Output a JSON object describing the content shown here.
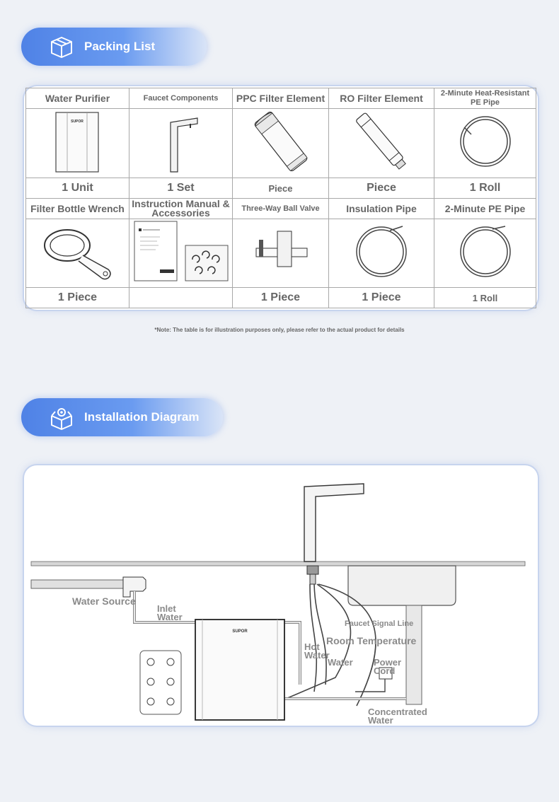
{
  "packing": {
    "title": "Packing List",
    "header1": [
      "Water Purifier",
      "Faucet Components",
      "PPC Filter Element",
      "RO Filter Element",
      "2-Minute Heat-Resistant PE Pipe"
    ],
    "qty1": [
      "1 Unit",
      "1 Set",
      "Piece",
      "Piece",
      "1 Roll"
    ],
    "header2": [
      "Filter Bottle Wrench",
      "Instruction Manual & Accessories",
      "Three-Way Ball Valve",
      "Insulation Pipe",
      "2-Minute PE Pipe"
    ],
    "qty2": [
      "1 Piece",
      "",
      "1 Piece",
      "1 Piece",
      "1 Roll"
    ],
    "brand": "SUPOR",
    "note": "*Note: The table is for illustration purposes only, please refer to the actual product for details"
  },
  "install": {
    "title": "Installation Diagram",
    "brand": "SUPOR",
    "labels": {
      "water_source": "Water Source",
      "inlet_water": "Inlet Water",
      "faucet_signal": "Faucet Signal Line",
      "room_temp": "Room Temperature",
      "room_temp_water": "Water",
      "hot_water": "Hot Water",
      "power_cord": "Power Cord",
      "concentrated": "Concentrated Water"
    }
  }
}
